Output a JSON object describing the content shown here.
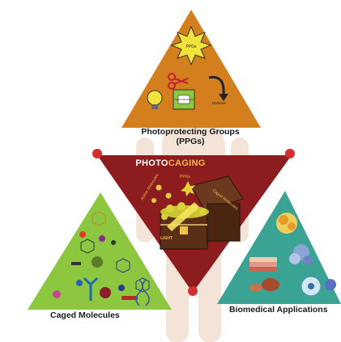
{
  "labels": {
    "ppg_line1": "Photoprotecting Groups",
    "ppg_line2": "(PPGs)",
    "photo_a": "PHOTO",
    "photo_b": "CAGING",
    "caged_molecules": "Caged Molecules",
    "biomedical": "Biomedical Applications"
  },
  "small_text": {
    "ppgs_burst": "PPGs",
    "caged_box": "Caged Molecules",
    "release": "Release",
    "active_molecules": "Active Molecules",
    "ppgs_chest": "PPGs",
    "caged_molecules_chest": "Caged Molecules",
    "light": "LIGHT"
  },
  "colors": {
    "ppg_triangle": "#d47f1d",
    "caging_triangle": "#8c1c1e",
    "caged_triangle": "#8dc63f",
    "bio_triangle": "#3aa393",
    "silhouette": "#f4e4d8",
    "accent_gold": "#f2b84b"
  }
}
